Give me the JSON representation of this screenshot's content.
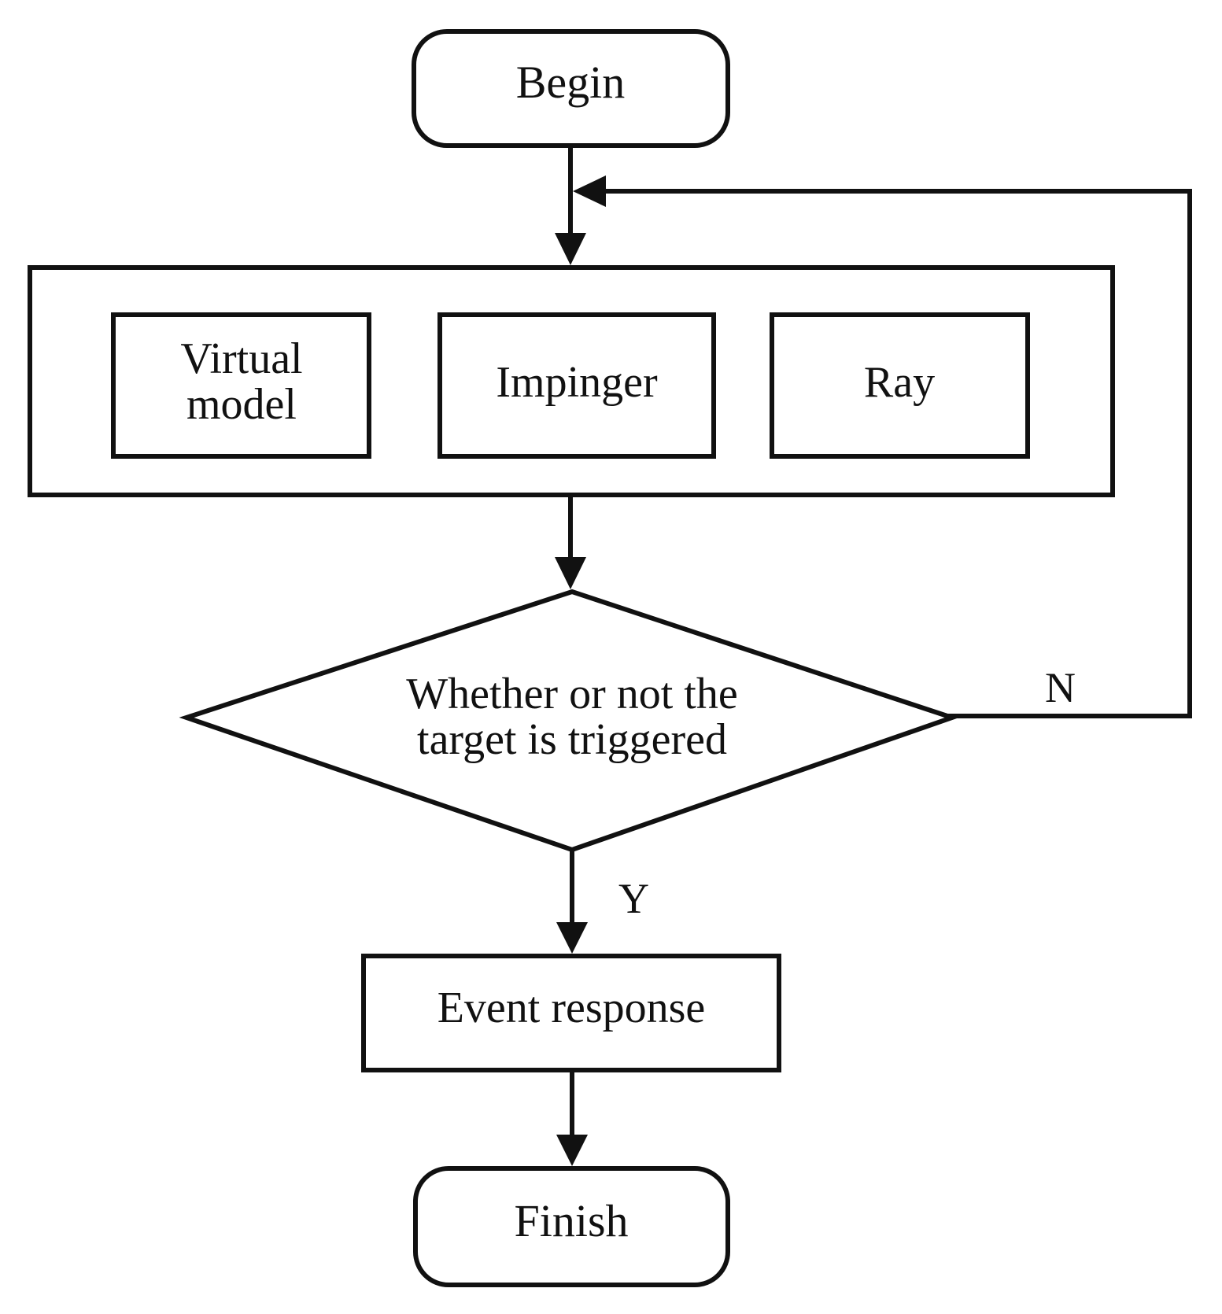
{
  "nodes": {
    "begin": {
      "label": "Begin"
    },
    "virtual_model": {
      "lines": [
        "Virtual",
        "model"
      ]
    },
    "impinger": {
      "label": "Impinger"
    },
    "ray": {
      "label": "Ray"
    },
    "decision": {
      "lines": [
        "Whether or not the",
        "target is triggered"
      ]
    },
    "event_response": {
      "label": "Event response"
    },
    "finish": {
      "label": "Finish"
    }
  },
  "edges": {
    "yes_label": "Y",
    "no_label": "N"
  },
  "colors": {
    "stroke": "#111111",
    "background": "#ffffff"
  }
}
